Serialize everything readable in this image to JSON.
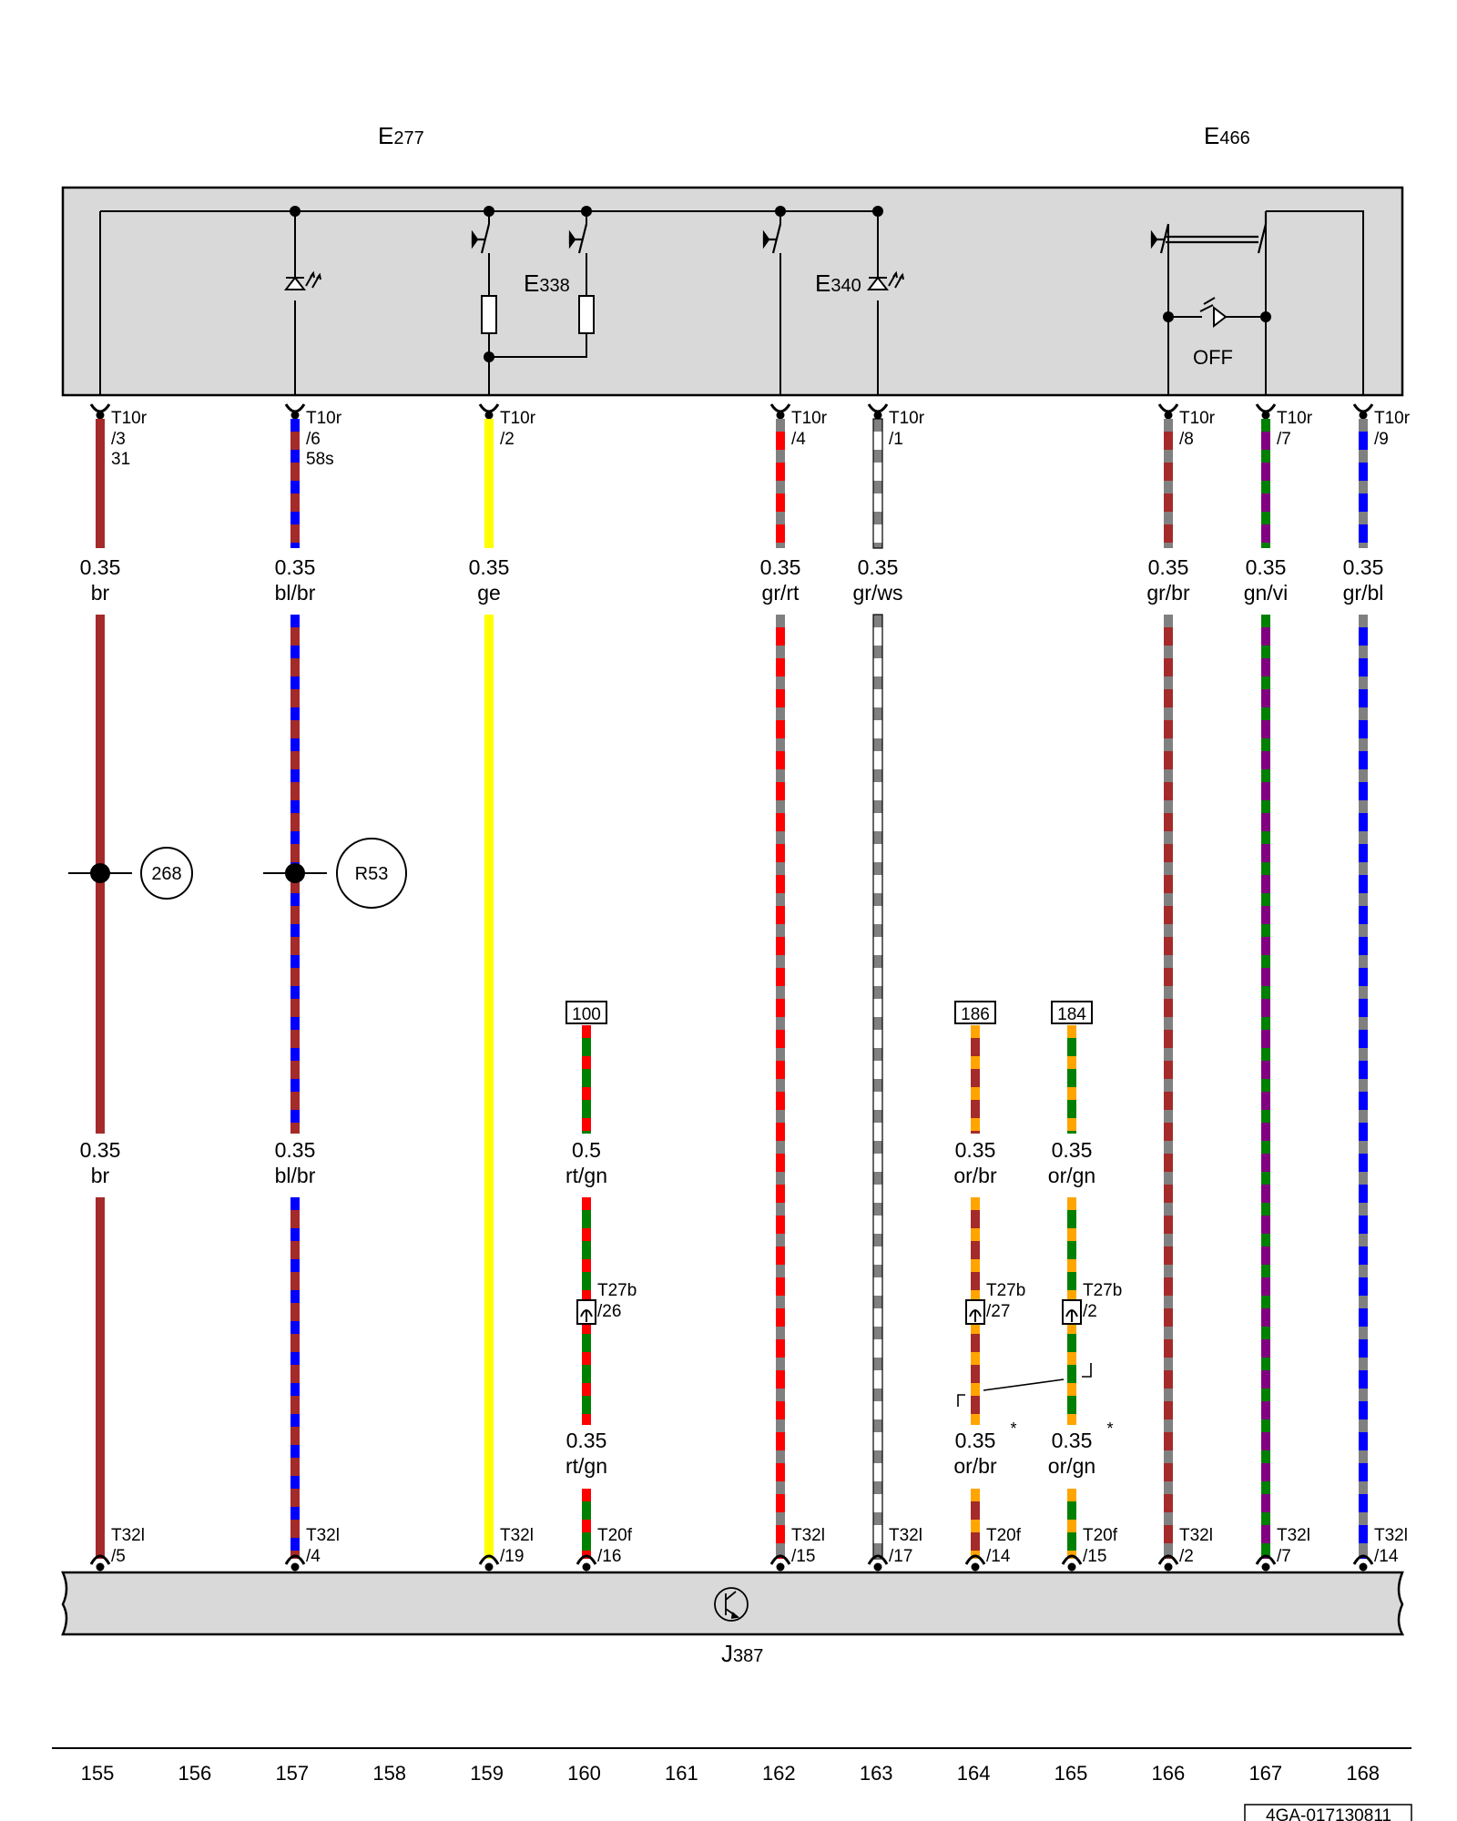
{
  "components": {
    "e277": {
      "prefix": "E",
      "num": "277"
    },
    "e466": {
      "prefix": "E",
      "num": "466"
    },
    "e338": {
      "prefix": "E",
      "num": "338"
    },
    "e340": {
      "prefix": "E",
      "num": "340"
    },
    "j387": {
      "prefix": "J",
      "num": "387"
    },
    "off_label": "OFF"
  },
  "colors": {
    "br": "#a52a2a",
    "bl": "#0000ff",
    "ge": "#ffff00",
    "gr": "#808080",
    "rt": "#ff0000",
    "ws": "#ffffff",
    "gn": "#008000",
    "vi": "#800080",
    "or": "#ffa500",
    "housing": "#d9d9d9"
  },
  "wires": [
    {
      "top_pin": "T10r",
      "top_pos": "/3",
      "top_extra": "31",
      "size": "0.35",
      "code": "br",
      "colors": [
        "br"
      ],
      "bottom_pin": "T32l",
      "bottom_pos": "/5",
      "splice": {
        "label": "268"
      },
      "mid_size": "0.35",
      "mid_code": "br"
    },
    {
      "top_pin": "T10r",
      "top_pos": "/6",
      "top_extra": "58s",
      "size": "0.35",
      "code": "bl/br",
      "colors": [
        "bl",
        "br"
      ],
      "bottom_pin": "T32l",
      "bottom_pos": "/4",
      "splice": {
        "label": "R53"
      },
      "mid_size": "0.35",
      "mid_code": "bl/br"
    },
    {
      "top_pin": "T10r",
      "top_pos": "/2",
      "size": "0.35",
      "code": "ge",
      "colors": [
        "ge"
      ],
      "bottom_pin": "T32l",
      "bottom_pos": "/19"
    },
    {
      "top_pin": "T10r",
      "top_pos": "/4",
      "size": "0.35",
      "code": "gr/rt",
      "colors": [
        "gr",
        "rt"
      ],
      "bottom_pin": "T32l",
      "bottom_pos": "/15"
    },
    {
      "top_pin": "T10r",
      "top_pos": "/1",
      "size": "0.35",
      "code": "gr/ws",
      "colors": [
        "gr",
        "ws"
      ],
      "bottom_pin": "T32l",
      "bottom_pos": "/17"
    },
    {
      "top_pin": "T10r",
      "top_pos": "/8",
      "size": "0.35",
      "code": "gr/br",
      "colors": [
        "gr",
        "br"
      ],
      "bottom_pin": "T32l",
      "bottom_pos": "/2"
    },
    {
      "top_pin": "T10r",
      "top_pos": "/7",
      "size": "0.35",
      "code": "gn/vi",
      "colors": [
        "gn",
        "vi"
      ],
      "bottom_pin": "T32l",
      "bottom_pos": "/7"
    },
    {
      "top_pin": "T10r",
      "top_pos": "/9",
      "size": "0.35",
      "code": "gr/bl",
      "colors": [
        "gr",
        "bl"
      ],
      "bottom_pin": "T32l",
      "bottom_pos": "/14"
    }
  ],
  "branches": [
    {
      "ref": "100",
      "size1": "0.5",
      "code1": "rt/gn",
      "colors": [
        "rt",
        "gn"
      ],
      "conn_pin": "T27b",
      "conn_pos": "/26",
      "size2": "0.35",
      "code2": "rt/gn",
      "bottom_pin": "T20f",
      "bottom_pos": "/16",
      "asterisk": ""
    },
    {
      "ref": "186",
      "size1": "0.35",
      "code1": "or/br",
      "colors": [
        "or",
        "br"
      ],
      "conn_pin": "T27b",
      "conn_pos": "/27",
      "size2": "0.35",
      "code2": "or/br",
      "bottom_pin": "T20f",
      "bottom_pos": "/14",
      "asterisk": "*"
    },
    {
      "ref": "184",
      "size1": "0.35",
      "code1": "or/gn",
      "colors": [
        "or",
        "gn"
      ],
      "conn_pin": "T27b",
      "conn_pos": "/2",
      "size2": "0.35",
      "code2": "or/gn",
      "bottom_pin": "T20f",
      "bottom_pos": "/15",
      "asterisk": "*"
    }
  ],
  "footer_numbers": [
    "155",
    "156",
    "157",
    "158",
    "159",
    "160",
    "161",
    "162",
    "163",
    "164",
    "165",
    "166",
    "167",
    "168"
  ],
  "doc_id": "4GA-017130811"
}
